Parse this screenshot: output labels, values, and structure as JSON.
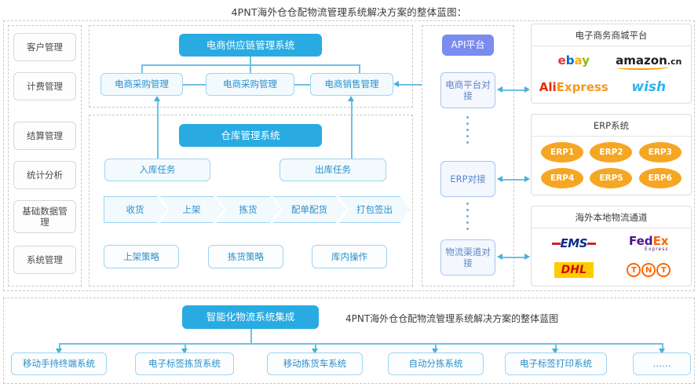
{
  "title": "4PNT海外仓仓配物流管理系统解决方案的整体蓝图：",
  "colors": {
    "accent_blue": "#29abe2",
    "api_purple": "#7b8cf0",
    "erp_orange": "#f5a623",
    "light_blue_fill": "#f2fafe",
    "light_blue_border": "#9fd4f2"
  },
  "sidebar": {
    "items": [
      {
        "label": "客户管理"
      },
      {
        "label": "计费管理"
      },
      {
        "label": "结算管理"
      },
      {
        "label": "统计分析"
      },
      {
        "label": "基础数据管理"
      },
      {
        "label": "系统管理"
      }
    ]
  },
  "supply_chain": {
    "header": "电商供应链管理系统",
    "modules": [
      {
        "label": "电商采购管理"
      },
      {
        "label": "电商采购管理"
      },
      {
        "label": "电商销售管理"
      }
    ]
  },
  "warehouse": {
    "header": "仓库管理系统",
    "tasks": [
      {
        "label": "入库任务"
      },
      {
        "label": "出库任务"
      }
    ],
    "process": [
      {
        "label": "收货"
      },
      {
        "label": "上架"
      },
      {
        "label": "拣货"
      },
      {
        "label": "配单配货"
      },
      {
        "label": "打包签出"
      }
    ],
    "strategies": [
      {
        "label": "上架策略"
      },
      {
        "label": "拣货策略"
      },
      {
        "label": "库内操作"
      }
    ]
  },
  "api": {
    "header": "API平台",
    "connectors": [
      {
        "label": "电商平台对接"
      },
      {
        "label": "ERP对接"
      },
      {
        "label": "物流渠道对接"
      }
    ]
  },
  "external": {
    "ecommerce": {
      "title": "电子商务商城平台",
      "logos": [
        {
          "name": "ebay-logo",
          "text": "ebay"
        },
        {
          "name": "amazon-logo",
          "text": "amazon",
          "suffix": ".cn"
        },
        {
          "name": "aliexpress-logo",
          "text": "AliExpress"
        },
        {
          "name": "wish-logo",
          "text": "wish"
        }
      ]
    },
    "erp": {
      "title": "ERP系统",
      "items": [
        {
          "label": "ERP1"
        },
        {
          "label": "ERP2"
        },
        {
          "label": "ERP3"
        },
        {
          "label": "ERP4"
        },
        {
          "label": "ERP5"
        },
        {
          "label": "ERP6"
        }
      ]
    },
    "logistics": {
      "title": "海外本地物流通道",
      "logos": [
        {
          "name": "ems-logo",
          "text": "EMS"
        },
        {
          "name": "fedex-logo",
          "text": "FedEx",
          "sub": "Express"
        },
        {
          "name": "dhl-logo",
          "text": "DHL"
        },
        {
          "name": "tnt-logo",
          "text": "TNT"
        }
      ]
    }
  },
  "bottom": {
    "header": "智能化物流系统集成",
    "note": "4PNT海外仓仓配物流管理系统解决方案的整体蓝图",
    "systems": [
      {
        "label": "移动手持终端系统"
      },
      {
        "label": "电子标签拣货系统"
      },
      {
        "label": "移动拣货车系统"
      },
      {
        "label": "自动分拣系统"
      },
      {
        "label": "电子标签打印系统"
      },
      {
        "label": "……"
      }
    ]
  }
}
